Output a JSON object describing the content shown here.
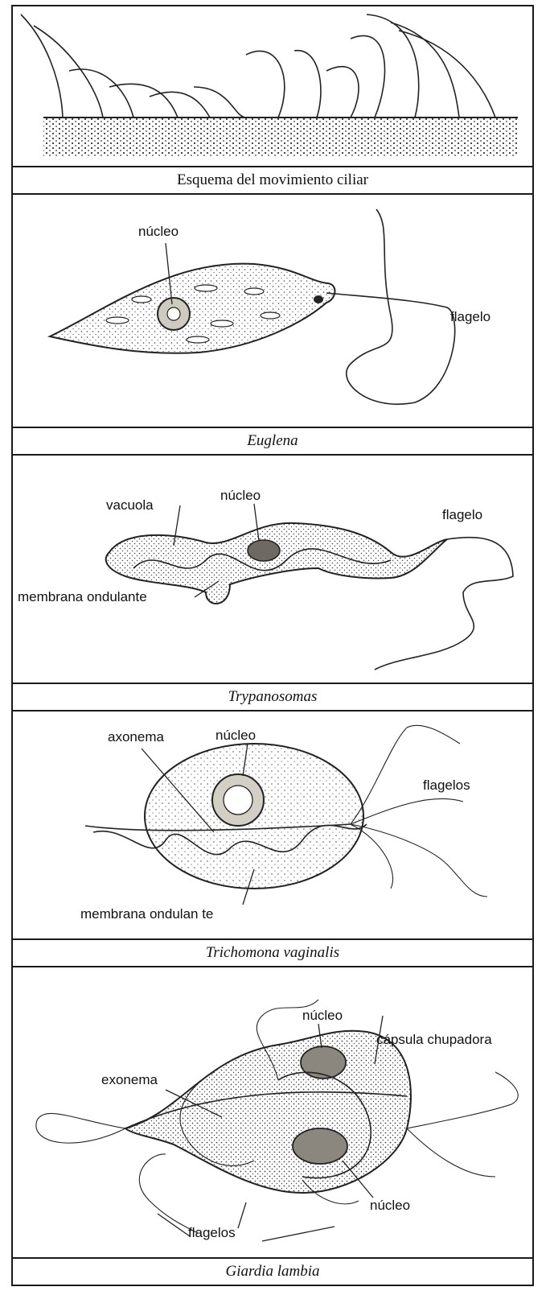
{
  "panels": [
    {
      "caption": "Esquema del movimiento ciliar"
    },
    {
      "caption": "Euglena",
      "labels": {
        "nucleus": "núcleo",
        "flagellum": "flagelo"
      }
    },
    {
      "caption": "Trypanosomas",
      "labels": {
        "vacuole": "vacuola",
        "nucleus": "núcleo",
        "flagellum": "flagelo",
        "membrane": "membrana ondulante"
      }
    },
    {
      "caption": "Trichomona vaginalis",
      "labels": {
        "axoneme": "axonema",
        "nucleus": "núcleo",
        "flagella": "flagelos",
        "membrane": "membrana ondulan te"
      }
    },
    {
      "caption": "Giardia lambia",
      "labels": {
        "nucleus_top": "núcleo",
        "sucker": "cápsula chupadora",
        "exoneme": "exonema",
        "flagella": "flagelos",
        "nucleus_bottom": "núcleo"
      }
    }
  ]
}
